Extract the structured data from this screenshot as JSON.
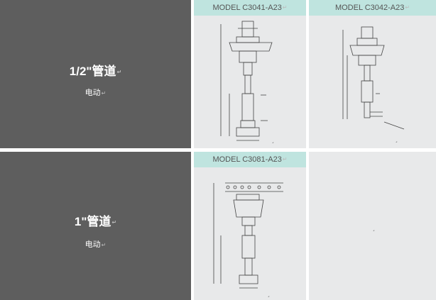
{
  "rows": [
    {
      "title": "1/2\"管道",
      "subtitle": "电动",
      "models": [
        "MODEL C3041-A23",
        "MODEL C3042-A23"
      ]
    },
    {
      "title": "1\"管道",
      "subtitle": "电动",
      "models": [
        "MODEL C3081-A23",
        ""
      ]
    }
  ],
  "para_mark": "↵",
  "colors": {
    "label_bg": "#5e5e5e",
    "header_bg": "#bfe4df",
    "image_bg": "#e8e9ea"
  },
  "icons": {
    "para_mark": "paragraph-mark-icon"
  }
}
